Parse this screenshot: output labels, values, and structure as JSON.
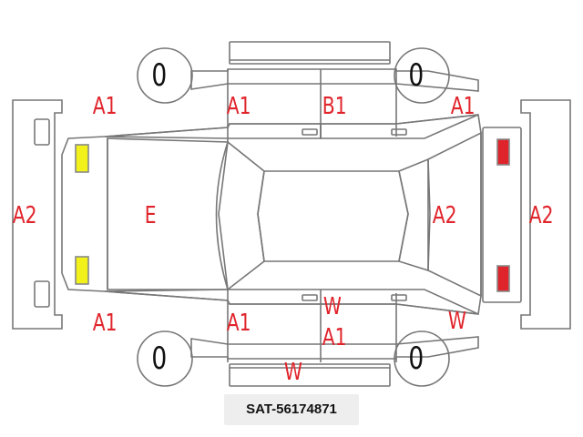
{
  "diagram": {
    "caption": "SAT-56174871",
    "tires": [
      "0",
      "0",
      "0",
      "0"
    ],
    "labels": {
      "front_left_fender": "A1",
      "left_front_door": "A1",
      "left_rear_door": "B1",
      "rear_left_fender": "A1",
      "front_bumper": "A2",
      "hood": "E",
      "rear_gate": "A2",
      "rear_bumper": "A2",
      "front_right_fender": "A1",
      "right_front_door": "A1",
      "right_rear_door_w": "W",
      "right_rear_door_a1": "A1",
      "rear_right_fender": "W",
      "right_sill": "W"
    },
    "colors": {
      "outline": "#777777",
      "label": "#e0242b",
      "front_lamp": "#f2f21a",
      "rear_lamp": "#e0242b"
    }
  }
}
